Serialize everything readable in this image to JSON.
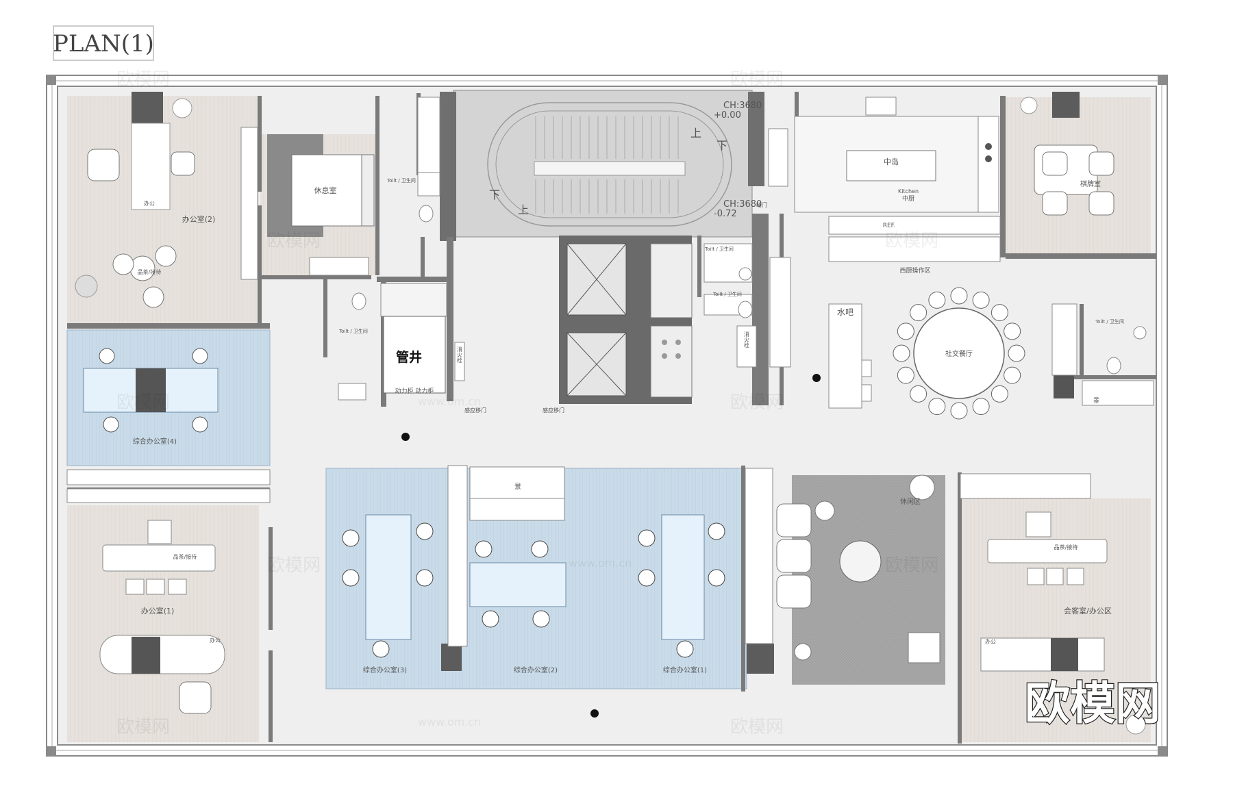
{
  "plan_title": "PLAN(1)",
  "logo_text": "欧模网",
  "watermark": {
    "cn": "欧模网",
    "url": "www.om.cn"
  },
  "stairs": {
    "ch_top": "CH:3680",
    "lvl_top": "+0.00",
    "ch_bottom": "CH:3680",
    "lvl_bottom": "-0.72",
    "up": "上",
    "down": "下"
  },
  "rooms": {
    "office2": "办公室(2)",
    "office2_desk": "办公",
    "office2_tea": "品茶/接待",
    "rest_room": "休息室",
    "toilet": "Toilt / 卫生间",
    "toilet_b": "Toilt / 卫生间",
    "toilet_c": "Toilt / 卫生间",
    "toilet_d": "Toilt / 卫生间",
    "toilet_e": "Toilt / 卫生间",
    "shaft": "管井",
    "hydrant": "消火栓",
    "hydrant2": "消火栓",
    "power_cab": "动力柜 动力柜",
    "sensor_door1": "感应移门",
    "sensor_door2": "感应移门",
    "hidden_door": "暗门",
    "island": "中岛",
    "kitchen_en": "Kitchen",
    "kitchen_cn": "中厨",
    "ref": "REF.",
    "west_kitchen": "西厨操作区",
    "chess_room": "棋牌室",
    "water_bar": "水吧",
    "social_dining": "社交餐厅",
    "scenery": "景",
    "scenery2": "景",
    "open_office4": "综合办公室(4)",
    "open_office3": "综合办公室(3)",
    "open_office2": "综合办公室(2)",
    "open_office1": "综合办公室(1)",
    "lounge": "休闲区",
    "office1": "办公室(1)",
    "office1_tea": "品茶/接待",
    "office1_desk": "办公",
    "meeting": "会客室/办公区",
    "meeting_tea": "品茶/接待",
    "meeting_desk": "办公"
  },
  "colors": {
    "wall": "#7a7a7a",
    "wall_dark": "#5f5f5f",
    "floor_wood": "#e6e1dc",
    "floor_concrete": "#ededed",
    "blue_zone": "#c9dbe9",
    "furniture": "#ffffff",
    "rug": "#a9a9a9"
  }
}
